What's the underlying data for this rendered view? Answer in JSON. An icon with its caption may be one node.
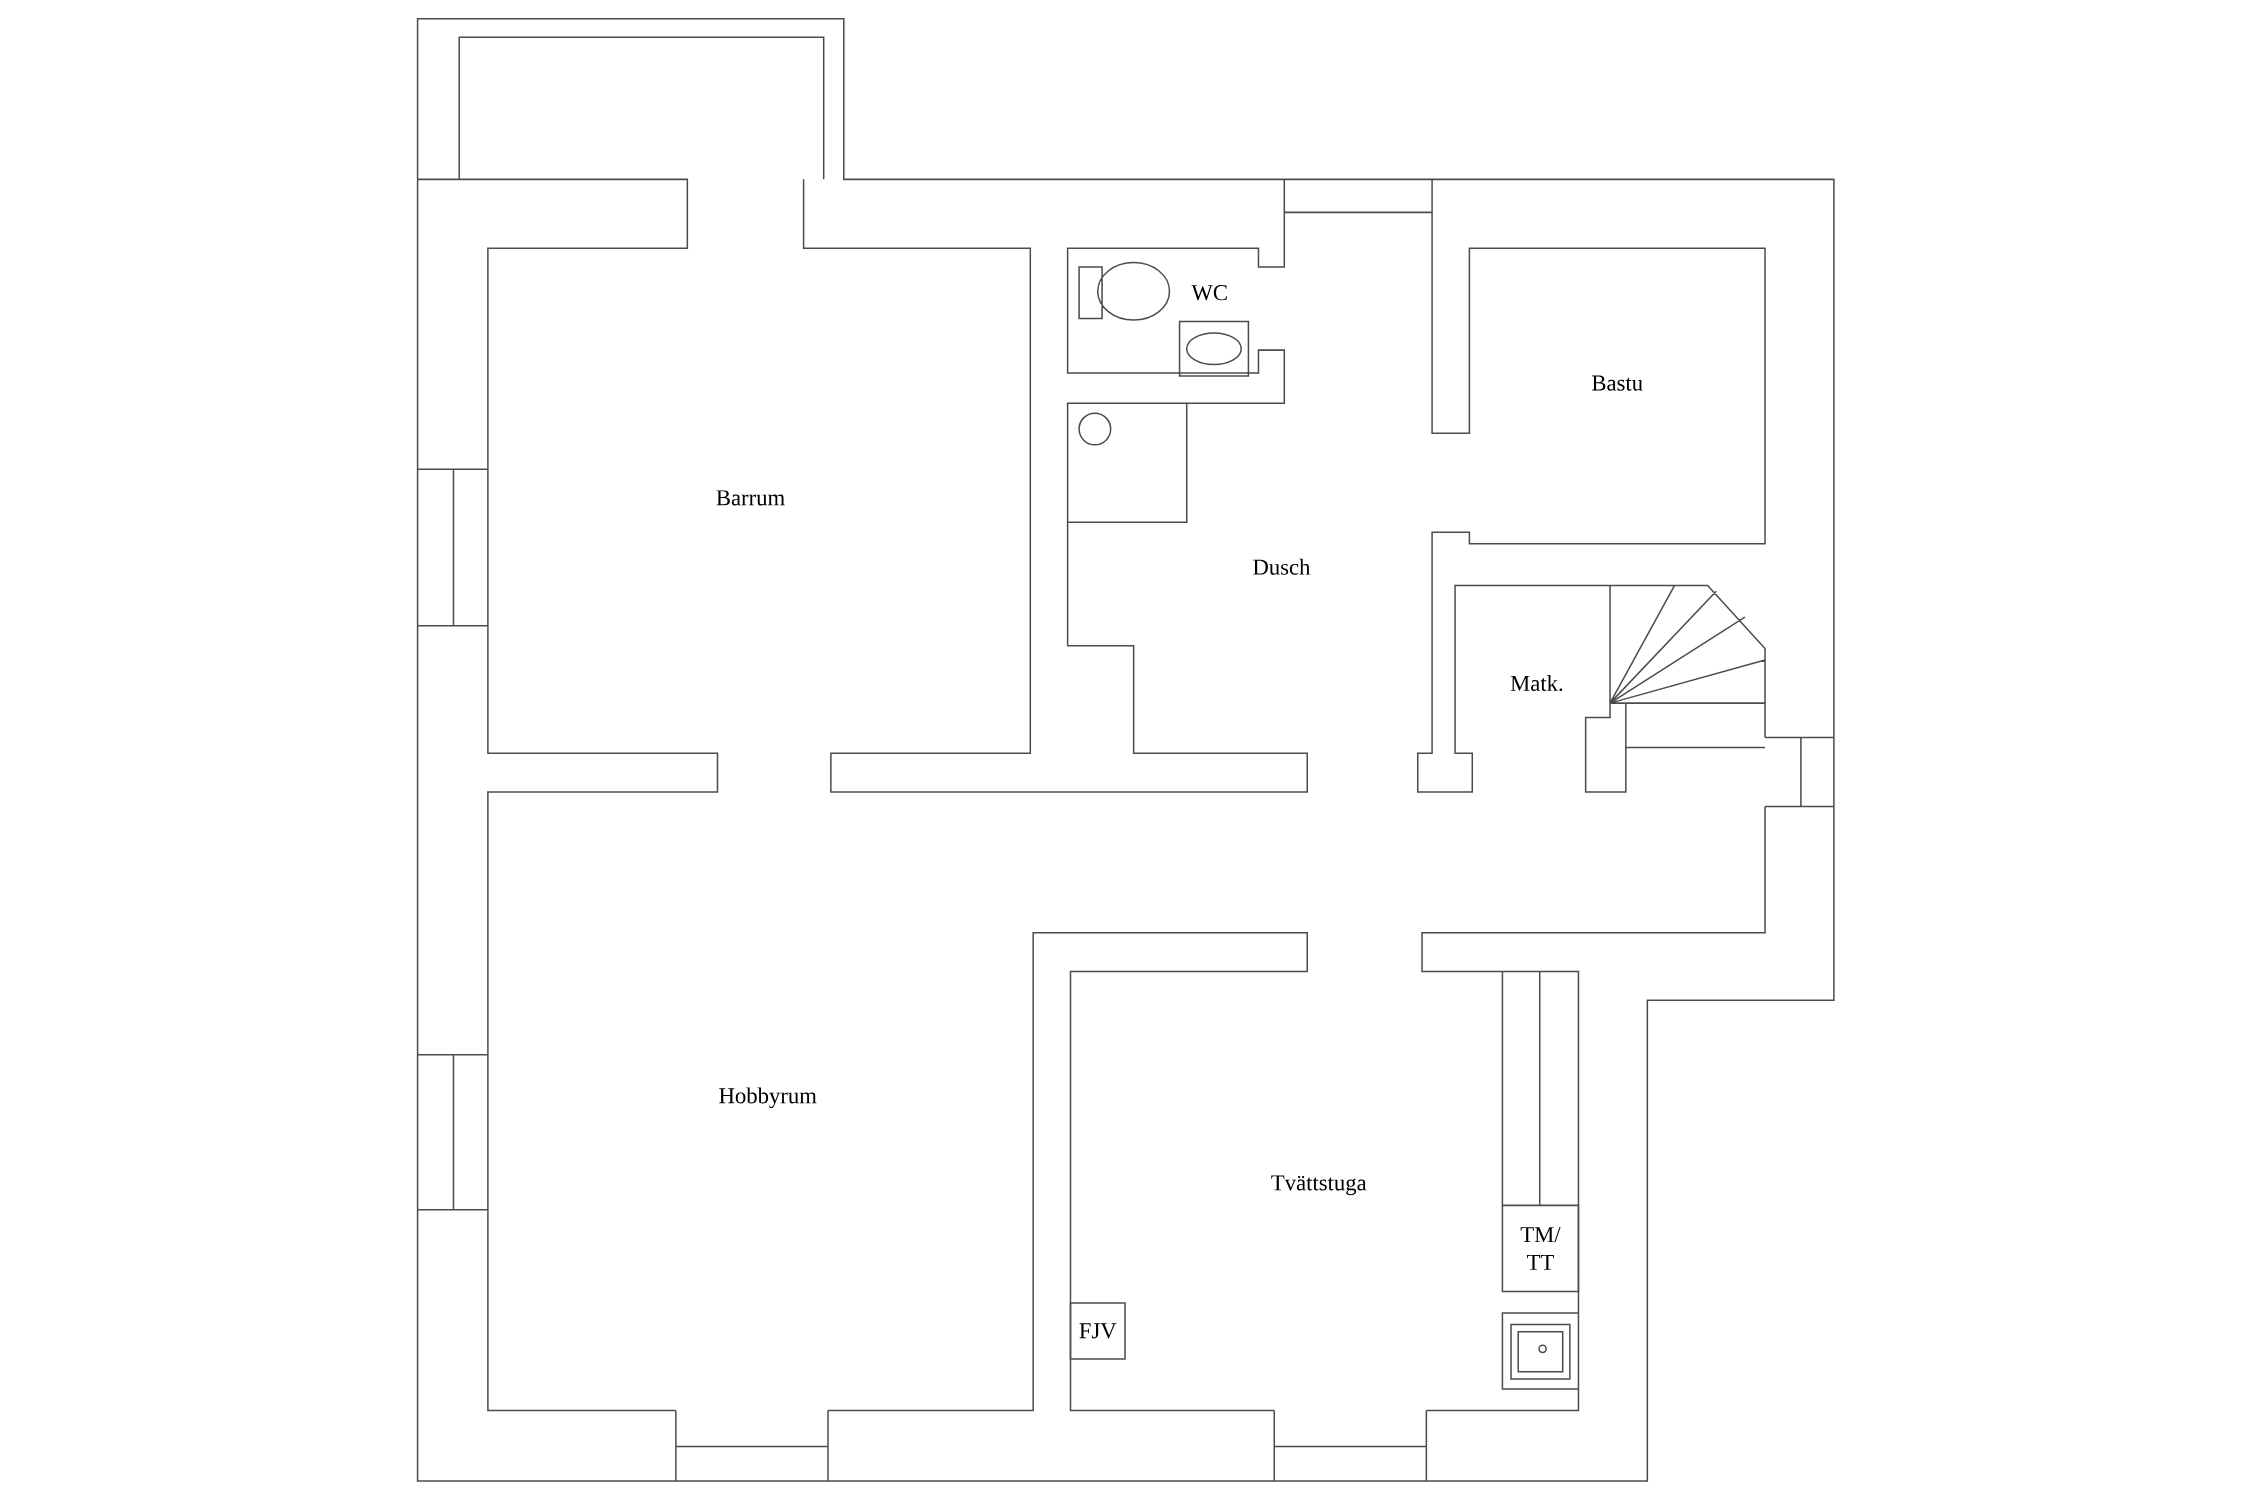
{
  "diagram": {
    "nodes": [
      {
        "text": [
          "TM/ TT"
        ]
      },
      {
        "text": [
          "FJV"
        ]
      }
    ],
    "labels": [
      "WC",
      "Bastu",
      "Barrum",
      "Dusch",
      "Matk.",
      "Hobbyrum",
      "Tvättstuga"
    ]
  }
}
